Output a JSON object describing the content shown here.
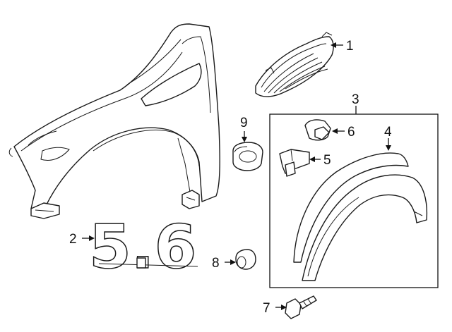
{
  "diagram": {
    "callouts": [
      {
        "id": "1",
        "label": "1",
        "part": "fender-vent-grille"
      },
      {
        "id": "2",
        "label": "2",
        "part": "engine-size-emblem"
      },
      {
        "id": "3",
        "label": "3",
        "part": "wheel-opening-molding-kit"
      },
      {
        "id": "4",
        "label": "4",
        "part": "wheel-arch-flare"
      },
      {
        "id": "5",
        "label": "5",
        "part": "molding-clip"
      },
      {
        "id": "6",
        "label": "6",
        "part": "retainer-clip"
      },
      {
        "id": "7",
        "label": "7",
        "part": "screw"
      },
      {
        "id": "8",
        "label": "8",
        "part": "grommet"
      },
      {
        "id": "9",
        "label": "9",
        "part": "plug"
      }
    ],
    "emblem_text": "5.6"
  }
}
